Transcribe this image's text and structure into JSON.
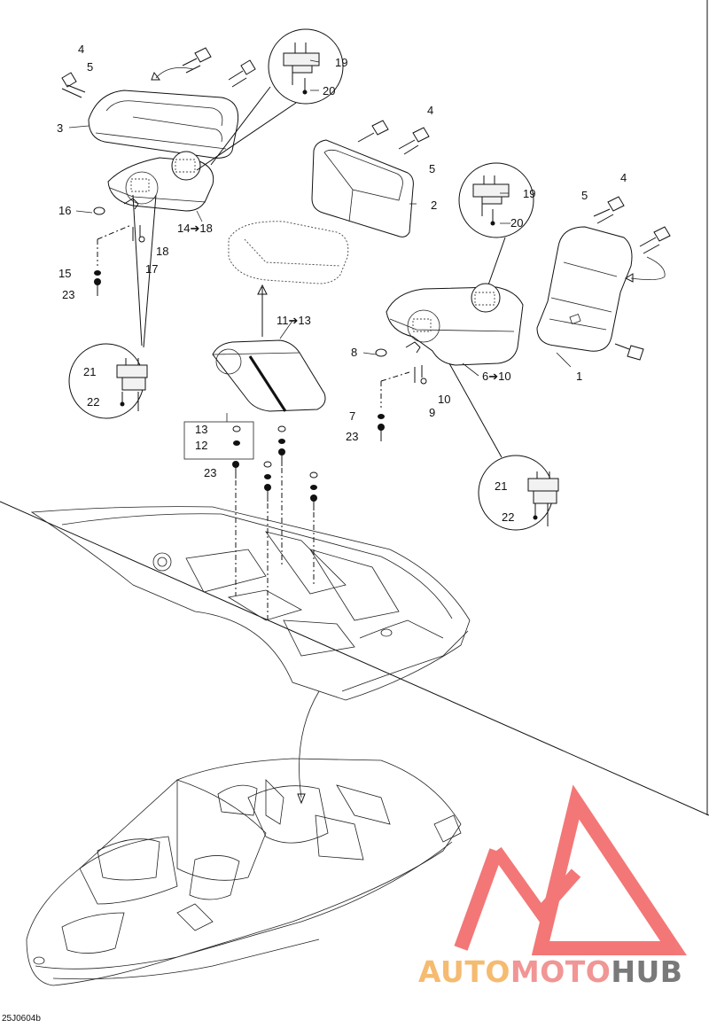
{
  "diagram": {
    "figure_code": "25J0604b",
    "callouts": {
      "c1": "1",
      "c2": "2",
      "c3": "3",
      "c4a": "4",
      "c4b": "4",
      "c4c": "4",
      "c5a": "5",
      "c5b": "5",
      "c5c": "5",
      "c6": "6➔10",
      "c7": "7",
      "c8": "8",
      "c9": "9",
      "c10": "10",
      "c11": "11➔13",
      "c12": "12",
      "c13": "13",
      "c14": "14➔18",
      "c15": "15",
      "c16": "16",
      "c17": "17",
      "c18": "18",
      "c19a": "19",
      "c19b": "19",
      "c20a": "20",
      "c20b": "20",
      "c21a": "21",
      "c21b": "21",
      "c22a": "22",
      "c22b": "22",
      "c23a": "23",
      "c23b": "23",
      "c23c": "23"
    }
  },
  "watermark": {
    "part1": "AUTO",
    "part2": "MOTO",
    "part3": "HUB",
    "color1": "#f5b461",
    "color2": "#f08a8a",
    "color3": "#6b6b6b",
    "logo_color": "#f05252"
  }
}
